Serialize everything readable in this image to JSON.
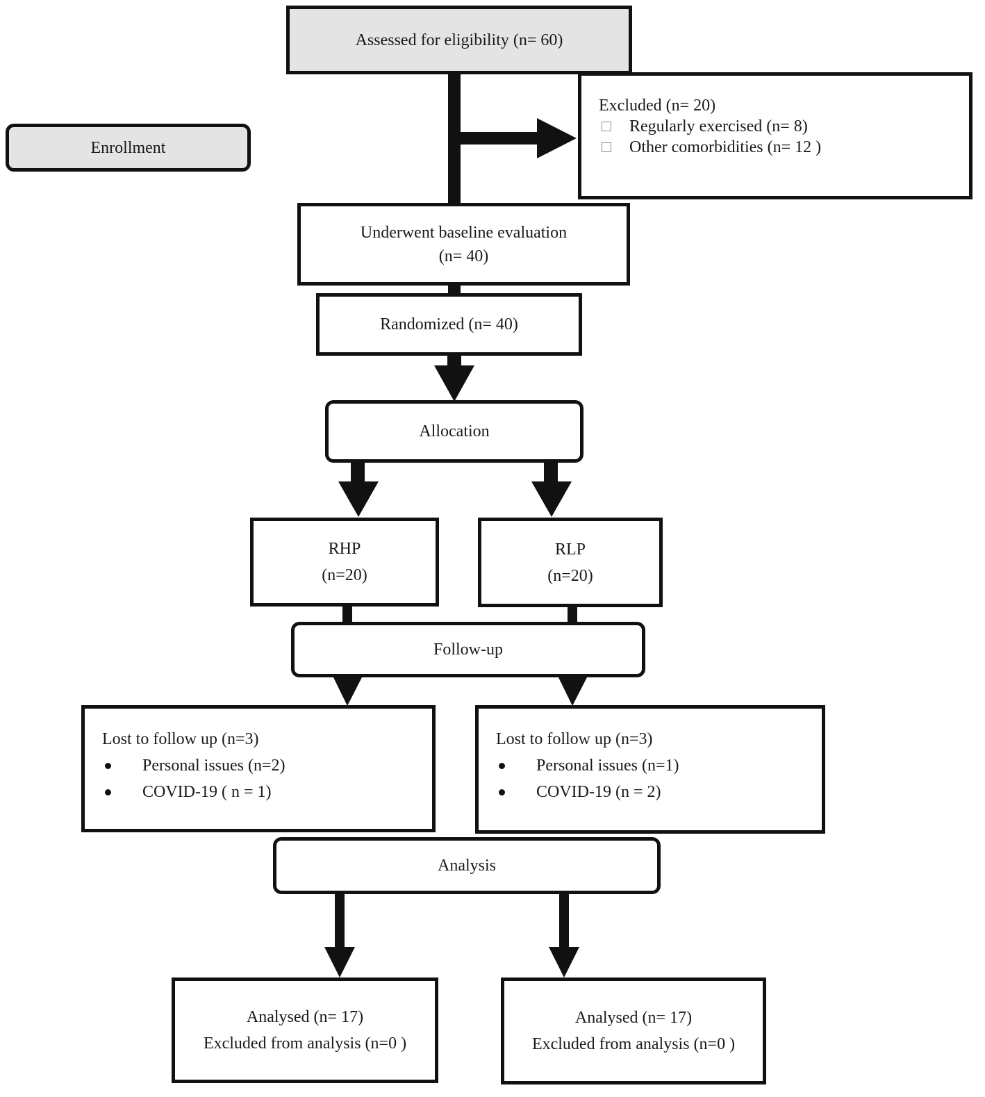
{
  "boxes": {
    "assessed": "Assessed for eligibility (n= 60)",
    "enrollment": "Enrollment",
    "excluded": {
      "title": "Excluded (n= 20)",
      "items": [
        "Regularly exercised (n= 8)",
        "Other comorbidities (n= 12 )"
      ]
    },
    "baseline": {
      "line1": "Underwent baseline evaluation",
      "line2": "(n= 40)"
    },
    "randomized": "Randomized (n= 40)",
    "allocation": "Allocation",
    "rhp": {
      "name": "RHP",
      "count": "(n=20)"
    },
    "rlp": {
      "name": "RLP",
      "count": "(n=20)"
    },
    "followup": "Follow-up",
    "lost_left": {
      "title": "Lost to follow up (n=3)",
      "items": [
        "Personal issues (n=2)",
        "COVID-19 ( n = 1)"
      ]
    },
    "lost_right": {
      "title": "Lost to follow up (n=3)",
      "items": [
        "Personal issues (n=1)",
        "COVID-19 (n = 2)"
      ]
    },
    "analysis": "Analysis",
    "analysed_left": {
      "line1": "Analysed (n= 17)",
      "line2": "Excluded from analysis (n=0 )"
    },
    "analysed_right": {
      "line1": "Analysed (n= 17)",
      "line2": "Excluded from analysis (n=0 )"
    }
  }
}
